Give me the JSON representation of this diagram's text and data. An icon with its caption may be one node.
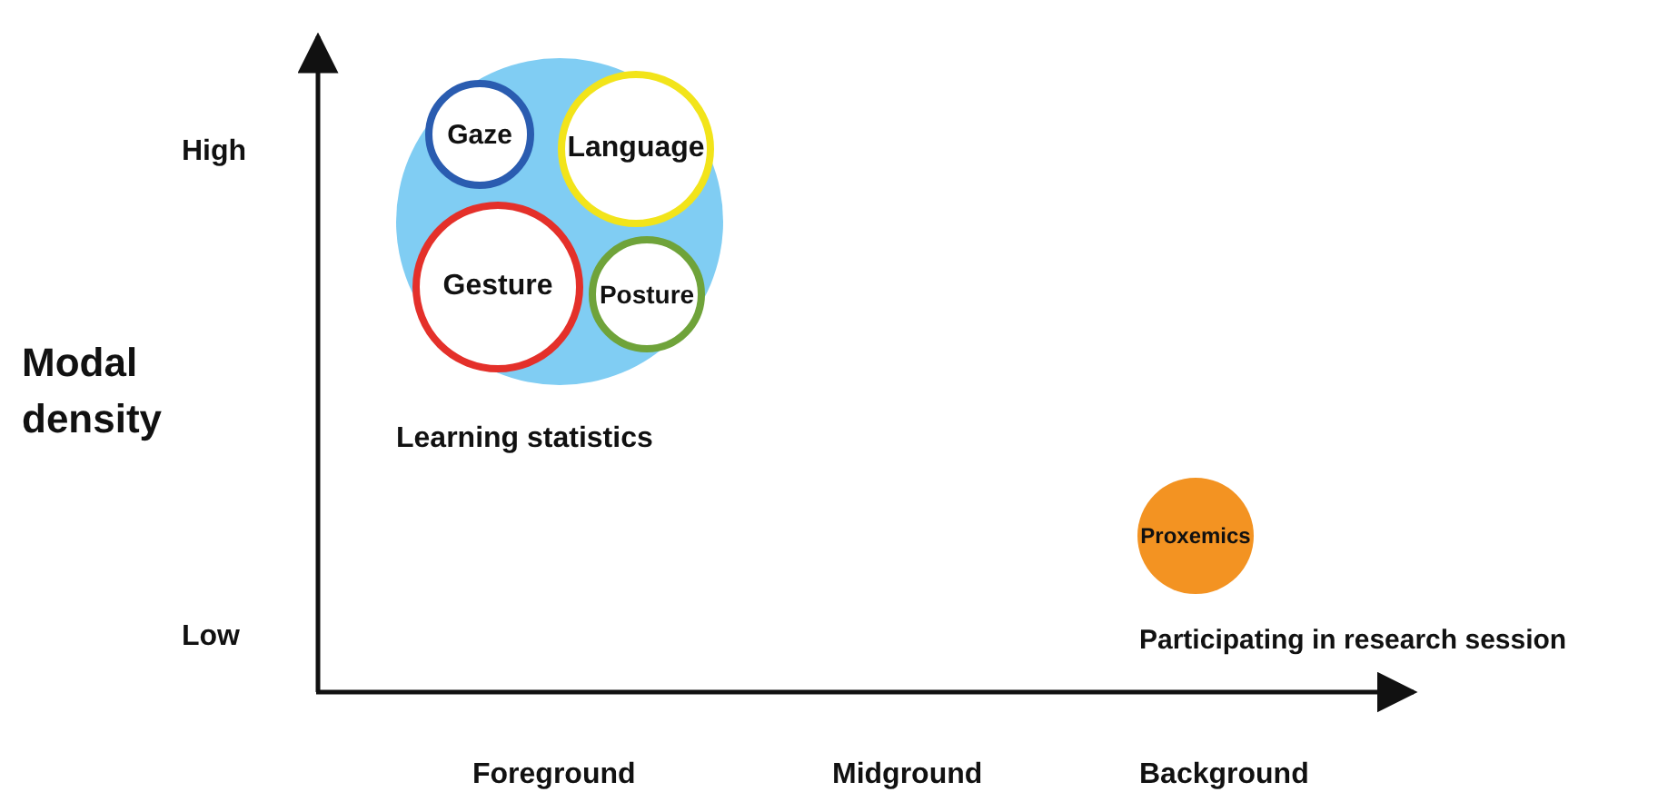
{
  "diagram": {
    "nodes": [
      {
        "text": [],
        "shape": "circle",
        "beside": [
          "Learning statistics"
        ]
      },
      {
        "text": [
          "Gaze"
        ],
        "in": 0
      },
      {
        "text": [
          "Language"
        ],
        "in": 0
      },
      {
        "text": [
          "Gesture"
        ],
        "in": 0
      },
      {
        "text": [
          "Posture"
        ],
        "in": 0
      },
      {
        "text": [
          "Proxemics"
        ],
        "beside": [
          "Participating in research session"
        ]
      }
    ],
    "labels": [
      "High",
      "Modal density",
      "Low",
      "Foreground",
      "Midground",
      "Background"
    ]
  }
}
